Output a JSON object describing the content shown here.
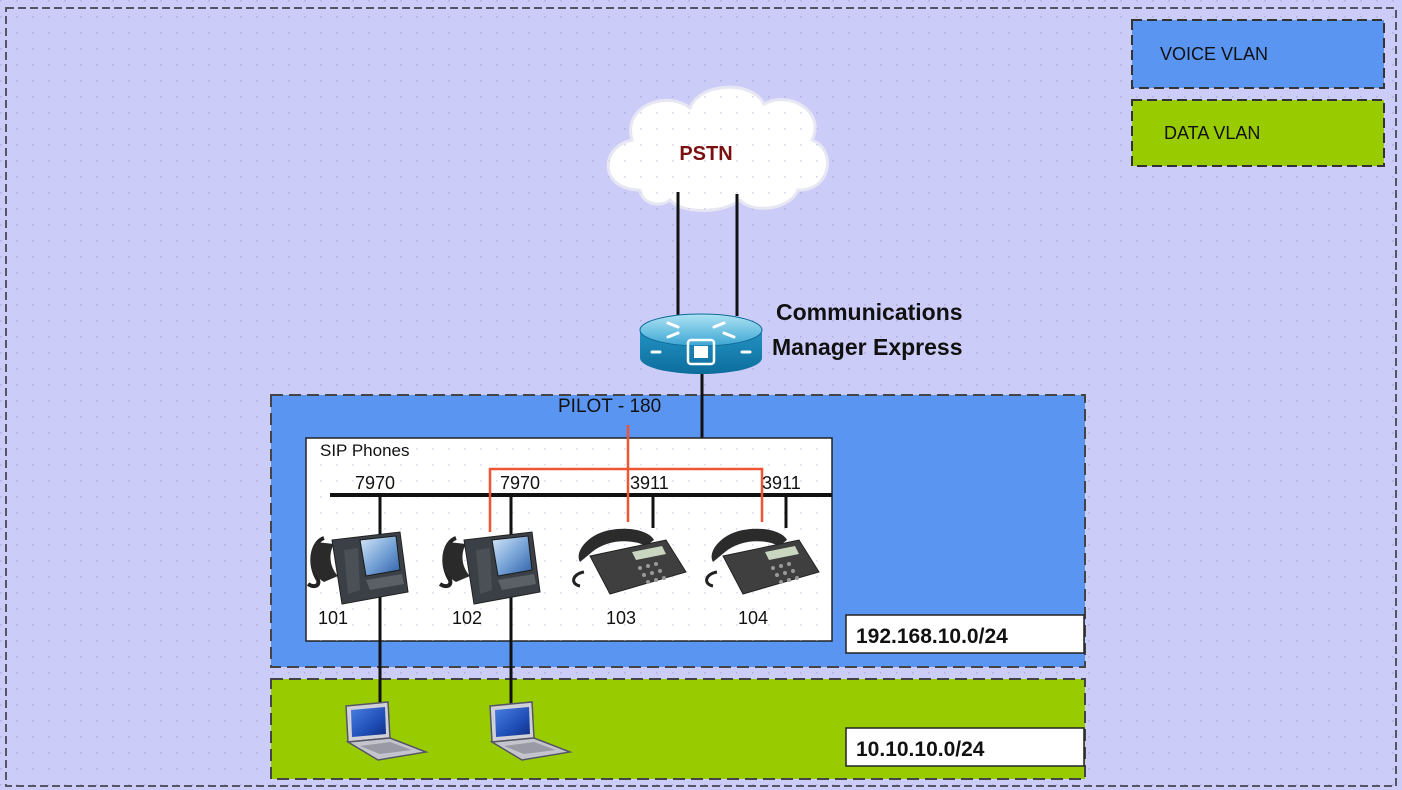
{
  "legend": {
    "voice_label": "VOICE VLAN",
    "data_label": "DATA VLAN"
  },
  "cloud_label": "PSTN",
  "router": {
    "label_line1": "Communications",
    "label_line2": "Manager Express"
  },
  "pilot_label": "PILOT - 180",
  "sip_phones_title": "SIP Phones",
  "phones": [
    {
      "model": "7970",
      "ext": "101",
      "kind": "color"
    },
    {
      "model": "7970",
      "ext": "102",
      "kind": "color"
    },
    {
      "model": "3911",
      "ext": "103",
      "kind": "basic"
    },
    {
      "model": "3911",
      "ext": "104",
      "kind": "basic"
    }
  ],
  "voice_subnet": "192.168.10.0/24",
  "data_subnet": "10.10.10.0/24",
  "colors": {
    "background": "#ccccf8",
    "voice_vlan": "#5b95f2",
    "data_vlan": "#99cc00",
    "pilot_link": "#ee5533",
    "pstn_text": "#7a1010"
  }
}
